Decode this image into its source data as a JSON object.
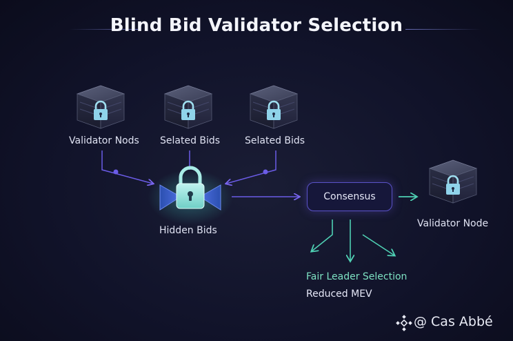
{
  "title": "Blind Bid Validator Selection",
  "nodes": {
    "validator_left": "Validator Nods",
    "bids_middle": "Selated Bids",
    "bids_right": "Selated Bids",
    "hidden_bids": "Hidden Bids",
    "consensus": "Consensus",
    "validator_node": "Validator Node"
  },
  "outcomes": {
    "fair_leader": "Fair Leader Selection",
    "reduced_mev": "Reduced MEV"
  },
  "watermark": "@ Cas Abbé",
  "colors": {
    "background": "#11132a",
    "accent_purple": "#6b5ce7",
    "accent_teal": "#4fd1b4",
    "text_teal": "#7ee3c3"
  },
  "icons": [
    "server-lock-icon",
    "envelope-lock-icon",
    "binance-logo-icon"
  ]
}
